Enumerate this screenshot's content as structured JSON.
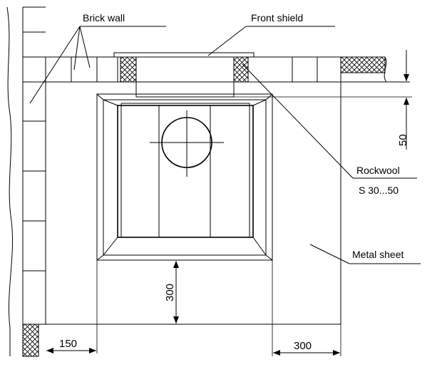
{
  "labels": {
    "brick_wall": "Brick wall",
    "front_shield": "Front shield",
    "rockwool": "Rockwool",
    "rockwool_spec": "S 30...50",
    "metal_sheet": "Metal sheet"
  },
  "dimensions": {
    "top_gap": "50",
    "below_stove": "300",
    "left_side": "150",
    "right_side": "300"
  },
  "colors": {
    "line": "#000000",
    "background": "#ffffff"
  }
}
